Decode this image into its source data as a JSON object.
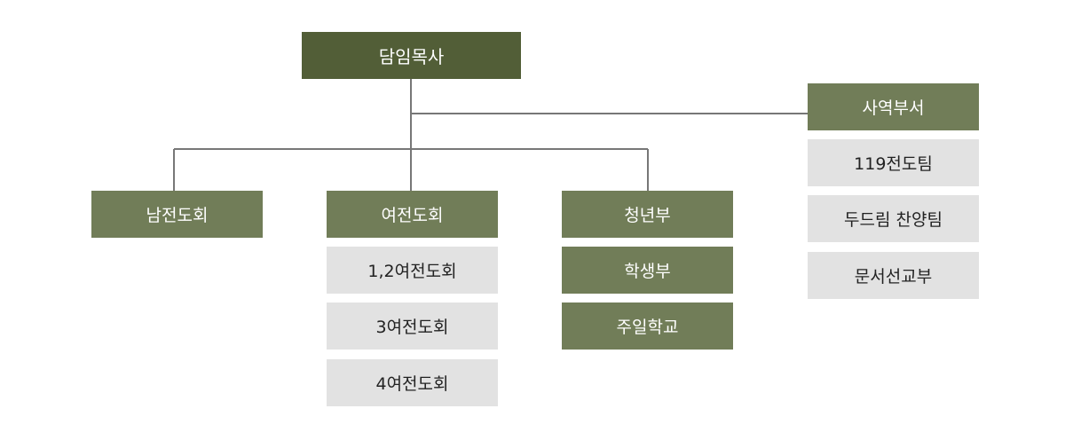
{
  "root": {
    "label": "담임목사"
  },
  "ministry": {
    "label": "사역부서",
    "items": [
      "119전도팀",
      "두드림 찬양팀",
      "문서선교부"
    ]
  },
  "departments": [
    {
      "label": "남전도회",
      "items": []
    },
    {
      "label": "여전도회",
      "items": [
        "1,2여전도회",
        "3여전도회",
        "4여전도회"
      ]
    },
    {
      "label": "청년부",
      "items": [
        "학생부",
        "주일학교"
      ]
    }
  ],
  "colors": {
    "root": "#525e37",
    "department": "#717d58",
    "sub_item": "#e2e2e2",
    "connector": "#777777"
  }
}
